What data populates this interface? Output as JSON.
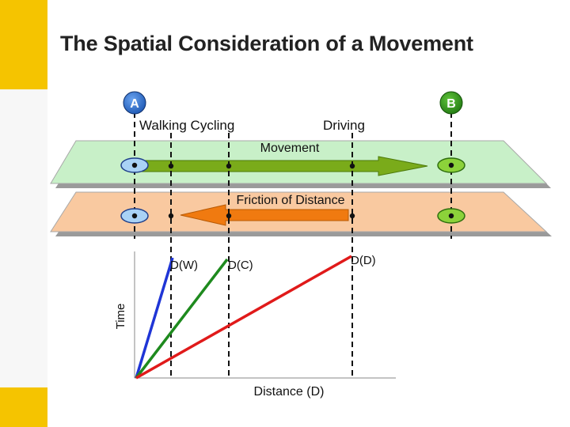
{
  "title": "The Spatial Consideration of a Movement",
  "points": {
    "a_label": "A",
    "b_label": "B"
  },
  "modes": {
    "walking_cycling": "Walking Cycling",
    "driving": "Driving"
  },
  "layers": {
    "movement_label": "Movement",
    "friction_label": "Friction of Distance"
  },
  "graph": {
    "y_axis_label": "Time",
    "x_axis_label": "Distance (D)",
    "dw_label": "D(W)",
    "dc_label": "D(C)",
    "dd_label": "D(D)"
  },
  "colors": {
    "sidebar_accent": "#f5c400",
    "sidebar_bg": "#f7f7f7",
    "point_a": "#2b6cc4",
    "point_b": "#3a9a1e",
    "movement_plane": "#c8f0c8",
    "friction_plane": "#f9c9a0",
    "movement_arrow": "#7aab1a",
    "friction_arrow": "#f07a10",
    "walking_line": "#1f35d6",
    "cycling_line": "#1e8a1e",
    "driving_line": "#e01a1a"
  }
}
